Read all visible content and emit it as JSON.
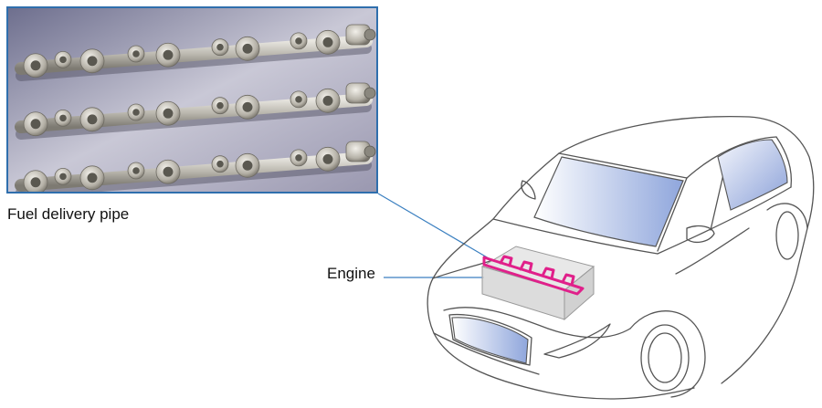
{
  "photo": {
    "caption": "Fuel delivery pipe",
    "pipe_rows": 3
  },
  "diagram": {
    "engine_label": "Engine"
  },
  "colors": {
    "frame": "#2f6fad",
    "callout_line": "#3a7fc0",
    "fuel_pipe_highlight": "#e0208a",
    "glass_tint": "#8fa6dc",
    "car_outline": "#555555"
  }
}
